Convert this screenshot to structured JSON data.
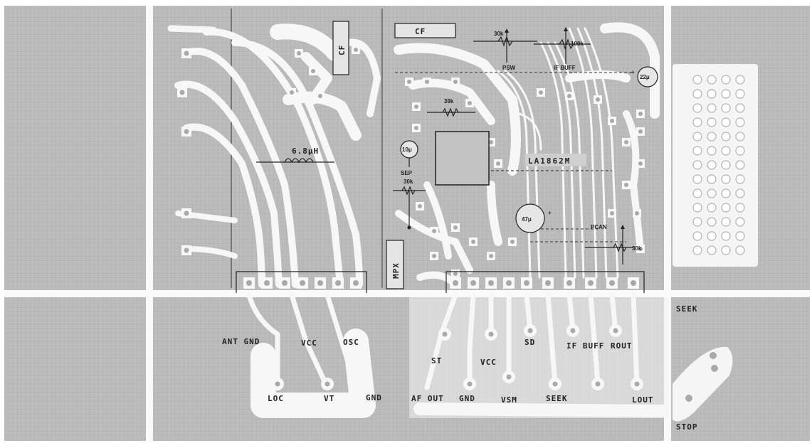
{
  "ic": {
    "part": "LA1862M"
  },
  "components": {
    "inductor": "6.8μH",
    "cf_top_left": "CF",
    "cf_top": "CF",
    "pot_psw": "30k",
    "pot_ifbuff": "100k",
    "cap_22": "22μ",
    "res_39": "39k",
    "cap_10": "10μ",
    "res_sep": "30k",
    "cap_47": "47μ",
    "pot_pcan": "30k",
    "mpx": "MPX"
  },
  "labels": {
    "psw": "PSW",
    "if_buff_top": "IF BUFF",
    "sep": "SEP",
    "pcan": "PCAN",
    "seek_right": "SEEK",
    "stop_right": "STOP"
  },
  "pins_left": {
    "ant_gnd": "ANT GND",
    "vcc": "VCC",
    "osc": "OSC",
    "loc": "LOC",
    "vt": "VT",
    "gnd": "GND"
  },
  "pins_right": {
    "af_out": "AF OUT",
    "st": "ST",
    "gnd": "GND",
    "vcc": "VCC",
    "vsm": "VSM",
    "sd": "SD",
    "seek": "SEEK",
    "if_buff": "IF BUFF",
    "r_out": "ROUT",
    "l_out": "LOUT"
  }
}
